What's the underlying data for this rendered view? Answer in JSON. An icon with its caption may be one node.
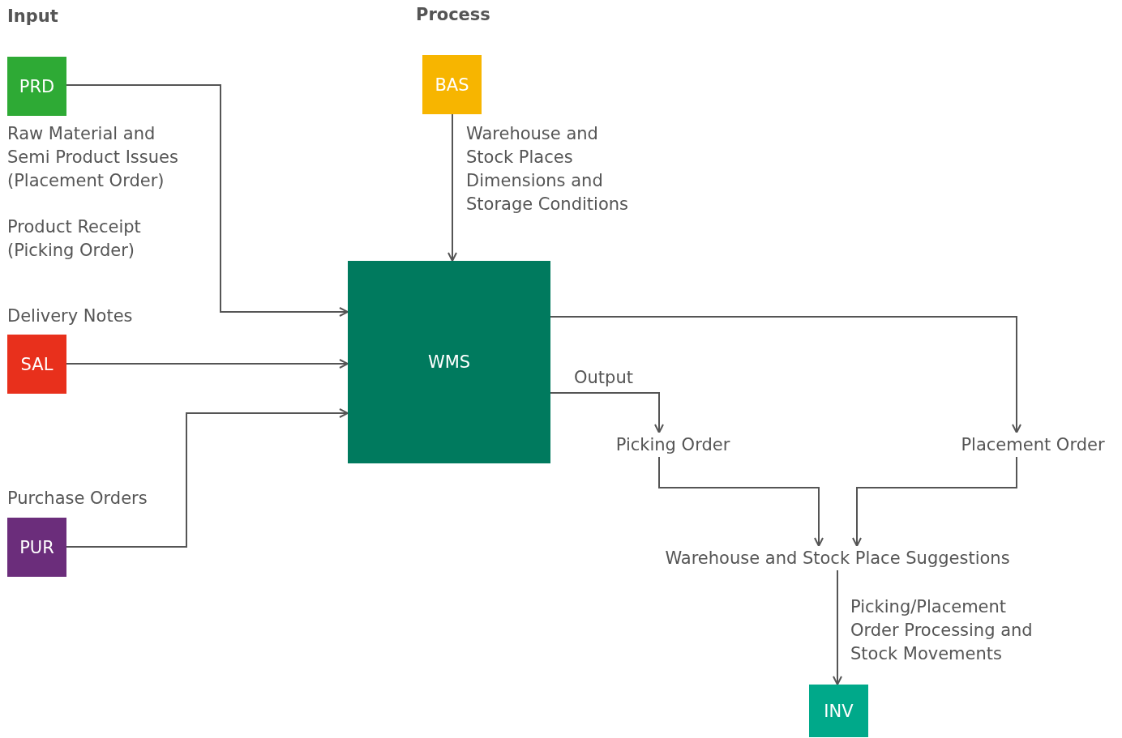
{
  "diagram": {
    "nodes": [
      {
        "text": [
          "PRD"
        ],
        "beside": [
          "Raw Material and Semi Product Issues (Placement Order)",
          "Product Receipt (Picking Order)"
        ]
      },
      {
        "text": [
          "BAS"
        ]
      },
      {
        "text": [
          "SAL"
        ],
        "beside": [
          "Delivery Notes"
        ]
      },
      {
        "text": [
          "PUR"
        ],
        "beside": [
          "Purchase Orders"
        ]
      },
      {
        "text": [
          "WMS"
        ]
      },
      {
        "text": [
          "Picking Order"
        ]
      },
      {
        "text": [
          "Placement Order"
        ]
      },
      {
        "text": [
          "Warehouse and Stock Place Suggestions"
        ]
      },
      {
        "text": [
          "INV"
        ]
      }
    ],
    "edges": [
      {
        "from": 0,
        "to": 4,
        "arrow": "to"
      },
      {
        "from": 1,
        "to": 4,
        "arrow": "to",
        "label": "Warehouse and Stock Places Dimensions and Storage Conditions"
      },
      {
        "from": 2,
        "to": 4,
        "arrow": "to"
      },
      {
        "from": 3,
        "to": 4,
        "arrow": "to"
      },
      {
        "from": 4,
        "to": 5,
        "arrow": "to",
        "label": "Output"
      },
      {
        "from": 4,
        "to": 6,
        "arrow": "to"
      },
      {
        "from": 5,
        "to": 7,
        "arrow": "to"
      },
      {
        "from": 6,
        "to": 7,
        "arrow": "to"
      },
      {
        "from": 7,
        "to": 8,
        "arrow": "to",
        "label": "Picking/Placement Order Processing and Stock Movements"
      }
    ],
    "labels": [
      "Input",
      "Process"
    ]
  }
}
